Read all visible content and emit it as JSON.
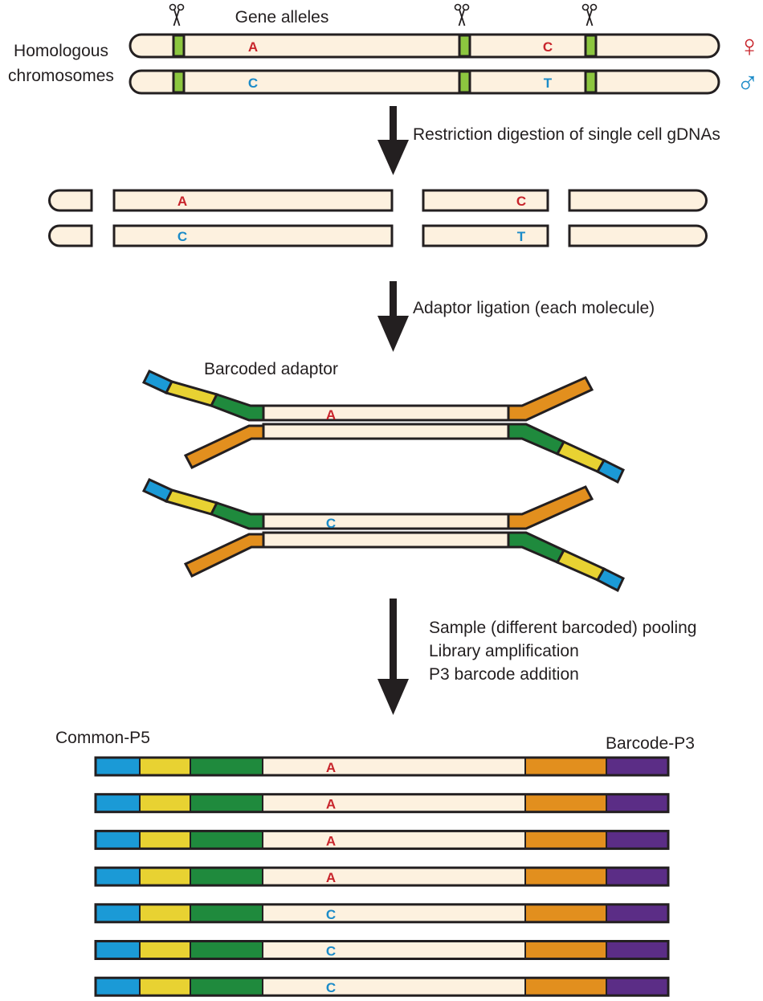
{
  "colors": {
    "strand": "#fdf1df",
    "outline": "#231f20",
    "cut_site": "#8cc63f",
    "blue": "#1b9ad6",
    "yellow": "#e8d232",
    "green": "#1f8a3d",
    "orange": "#e28f1e",
    "purple": "#5b2d86",
    "female": "#c8242b",
    "male": "#1b8bc8"
  },
  "labels": {
    "gene_alleles": "Gene alleles",
    "homologous_1": "Homologous",
    "homologous_2": "chromosomes",
    "female_symbol": "♀",
    "male_symbol": "♂",
    "step1": "Restriction digestion of single cell gDNAs",
    "step2": "Adaptor ligation (each molecule)",
    "barcoded_adaptor": "Barcoded adaptor",
    "step3_line1": "Sample (different barcoded) pooling",
    "step3_line2": "Library amplification",
    "step3_line3": "P3 barcode addition",
    "common_p5": "Common-P5",
    "barcode_p3": "Barcode-P3"
  },
  "chromosomes": [
    {
      "alleles": [
        "A",
        "C"
      ],
      "colors": [
        "#c8242b",
        "#c8242b"
      ]
    },
    {
      "alleles": [
        "C",
        "T"
      ],
      "colors": [
        "#1b8bc8",
        "#1b8bc8"
      ]
    }
  ],
  "fragments": [
    {
      "alleles": [
        "A",
        "C"
      ],
      "color": "#c8242b"
    },
    {
      "alleles": [
        "C",
        "T"
      ],
      "color": "#1b8bc8"
    }
  ],
  "ligated": [
    {
      "allele": "A",
      "color": "#c8242b"
    },
    {
      "allele": "C",
      "color": "#1b8bc8"
    }
  ],
  "library": [
    {
      "allele": "A",
      "color": "#c8242b"
    },
    {
      "allele": "A",
      "color": "#c8242b"
    },
    {
      "allele": "A",
      "color": "#c8242b"
    },
    {
      "allele": "A",
      "color": "#c8242b"
    },
    {
      "allele": "C",
      "color": "#1b8bc8"
    },
    {
      "allele": "C",
      "color": "#1b8bc8"
    },
    {
      "allele": "C",
      "color": "#1b8bc8"
    }
  ]
}
